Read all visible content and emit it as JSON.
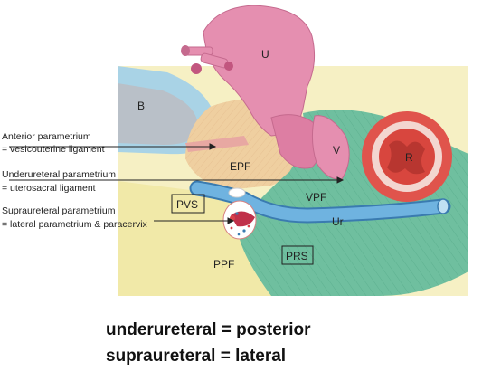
{
  "labels": {
    "uterus": "U",
    "bladder": "B",
    "rectum": "R",
    "vagina": "V",
    "epf": "EPF",
    "vpf": "VPF",
    "ppf": "PPF",
    "pvs": "PVS",
    "prs": "PRS",
    "ureter": "Ur"
  },
  "annotations": {
    "anterior_title": "Anterior parametrium",
    "anterior_sub": "= vesicouterine ligament",
    "underureteral_title": "Underureteral parametrium",
    "underureteral_sub": "= uterosacral ligament",
    "supraureteral_title": "Supraureteral parametrium",
    "supraureteral_sub": "= lateral parametrium & paracervix"
  },
  "captions": {
    "line1": "underureteral = posterior",
    "line2": "supraureteral = lateral"
  },
  "colors": {
    "uterus": "#e58fb0",
    "bladder_wall": "#a9d3e6",
    "bladder_inner": "#b9c0c8",
    "rectum": "#e0544c",
    "fascia_green": "#6fbf9f",
    "fat_yellow": "#f4ecaa",
    "ureter": "#6fb3e0",
    "epf_tan": "#efcfa0"
  }
}
